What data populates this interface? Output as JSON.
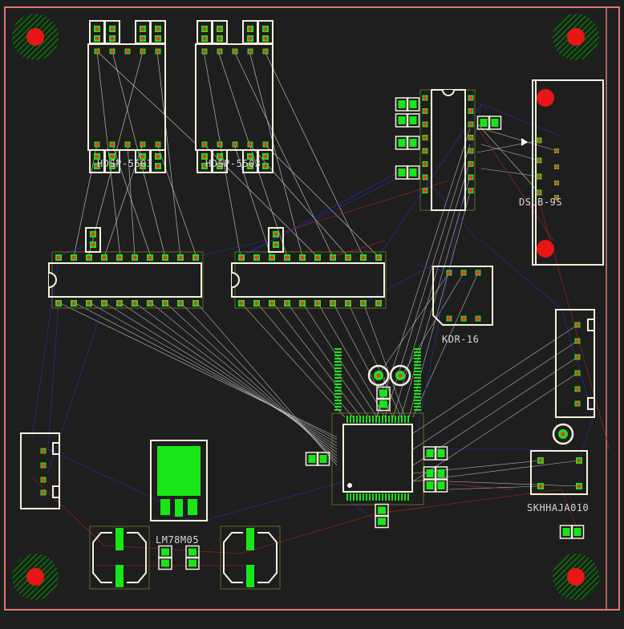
{
  "labels": {
    "u1": "HDSP-5503",
    "u2": "HDSP-5503",
    "dsub": "DSUB-9S",
    "kdr": "KDR-16",
    "reg": "LM78M05",
    "sw": "SKHHAJA010"
  },
  "colors": {
    "background": "#1e1e1e",
    "board_outline": "#e07878",
    "silkscreen": "#f2f2dc",
    "pad": "#19e619",
    "drill": "#e83a2e",
    "ratsnest": "#c8c8c8",
    "trace_bottom": "#2a2aa0",
    "trace_top": "#a02020"
  }
}
